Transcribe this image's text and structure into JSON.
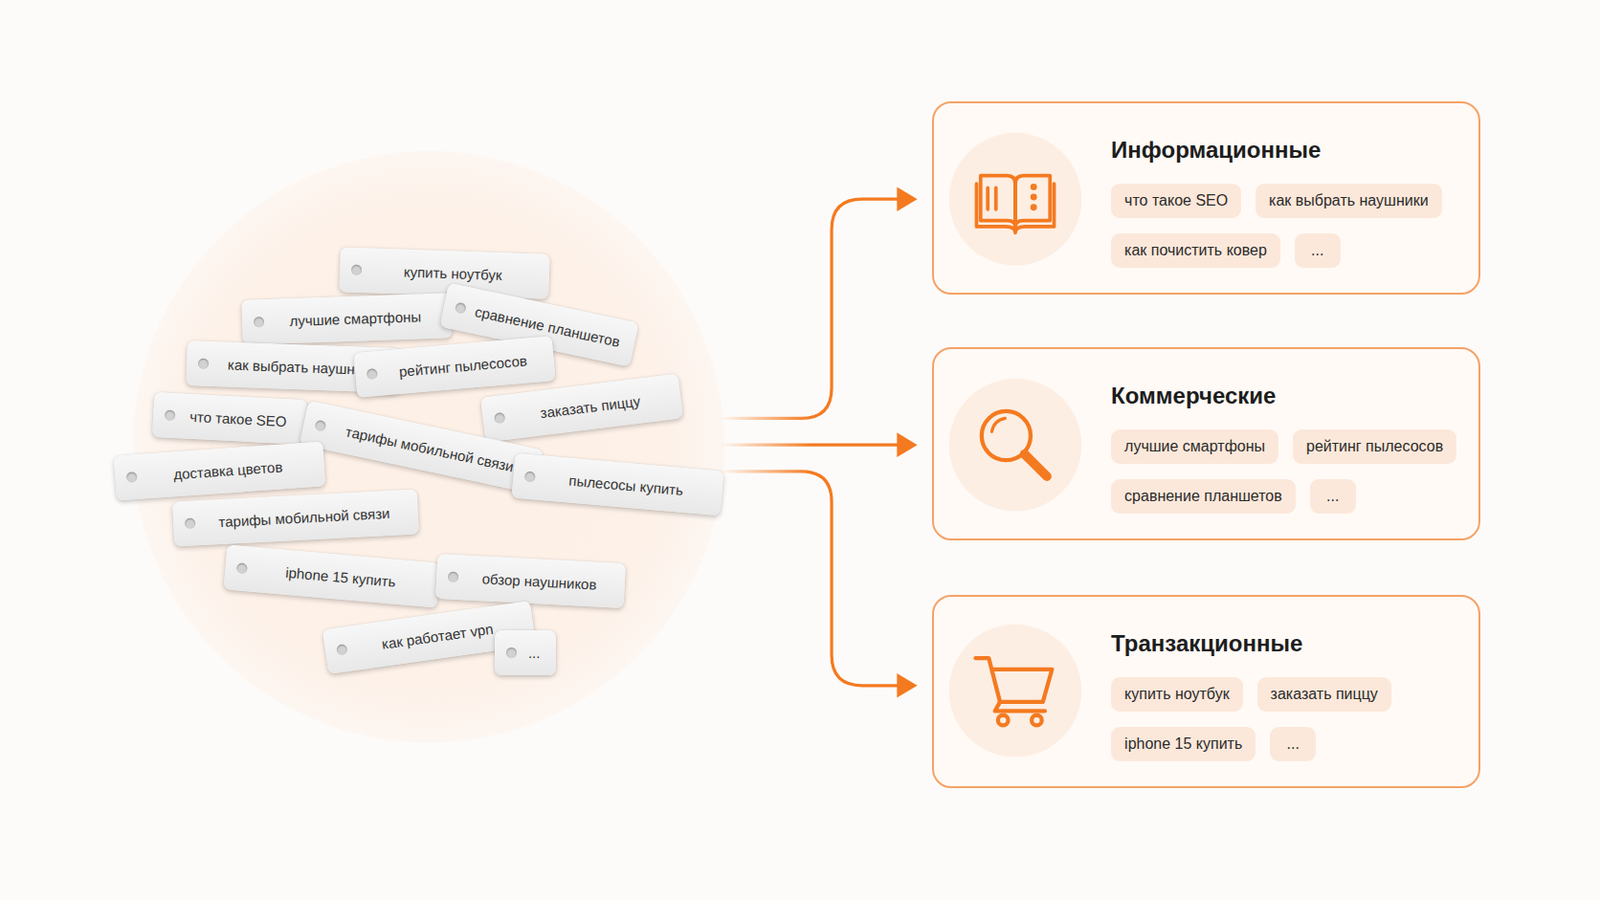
{
  "diagram": {
    "nodes": [
      {
        "text": [
          "купить ноутбук"
        ]
      },
      {
        "text": [
          "лучшие смартфоны"
        ]
      },
      {
        "text": [
          "сравнение планшетов"
        ]
      },
      {
        "text": [
          "как выбрать наушники"
        ]
      },
      {
        "text": [
          "рейтинг пылесосов"
        ]
      },
      {
        "text": [
          "что такое SEO"
        ]
      },
      {
        "text": [
          "заказать пиццу"
        ]
      },
      {
        "text": [
          "тарифы мобильной связи"
        ]
      },
      {
        "text": [
          "доставка цветов"
        ]
      },
      {
        "text": [
          "пылесосы купить"
        ]
      },
      {
        "text": [
          "тарифы мобильной связи"
        ]
      },
      {
        "text": [
          "iphone 15 купить"
        ]
      },
      {
        "text": [
          "обзор наушников"
        ]
      },
      {
        "text": [
          "как работает vpn"
        ]
      },
      {
        "text": [
          "..."
        ]
      },
      {
        "text": [
          "Информационные"
        ]
      },
      {
        "text": [
          "что такое SEO"
        ],
        "in": 15
      },
      {
        "text": [
          "как выбрать наушники"
        ],
        "in": 15
      },
      {
        "text": [
          "как почистить ковер"
        ],
        "in": 15
      },
      {
        "text": [
          "..."
        ],
        "in": 15
      },
      {
        "text": [
          "Коммерческие"
        ]
      },
      {
        "text": [
          "лучшие смартфоны"
        ],
        "in": 20
      },
      {
        "text": [
          "рейтинг пылесосов"
        ],
        "in": 20
      },
      {
        "text": [
          "сравнение планшетов"
        ],
        "in": 20
      },
      {
        "text": [
          "..."
        ],
        "in": 20
      },
      {
        "text": [
          "Транзакционные"
        ]
      },
      {
        "text": [
          "купить ноутбук"
        ],
        "in": 25
      },
      {
        "text": [
          "заказать пиццу"
        ],
        "in": 25
      },
      {
        "text": [
          "iphone 15 купить"
        ],
        "in": 25
      },
      {
        "text": [
          "..."
        ],
        "in": 25
      }
    ]
  }
}
